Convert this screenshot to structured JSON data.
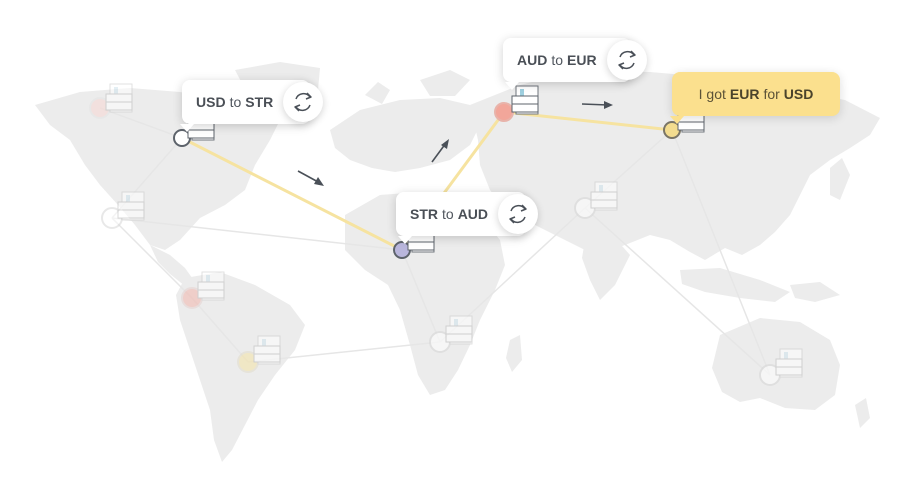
{
  "bubbles": {
    "usd_str": {
      "from": "USD",
      "to": "STR",
      "sep": "to"
    },
    "aud_eur": {
      "from": "AUD",
      "to": "EUR",
      "sep": "to"
    },
    "str_aud": {
      "from": "STR",
      "to": "AUD",
      "sep": "to"
    },
    "result": {
      "prefix": "I got",
      "got": "EUR",
      "mid": "for",
      "paid": "USD"
    }
  },
  "icons": {
    "swap": "swap-cycle-icon",
    "server": "server-icon",
    "arrow": "direction-arrow-icon"
  },
  "colors": {
    "map": "#ececec",
    "route": "#f6e3a0",
    "link": "#e6e6e6",
    "node_red": "#f2a69a",
    "node_blue": "#b9b6dc",
    "node_yellow": "#f3dc8f",
    "arrow": "#4a5058",
    "result_bg": "#fbe08e"
  }
}
